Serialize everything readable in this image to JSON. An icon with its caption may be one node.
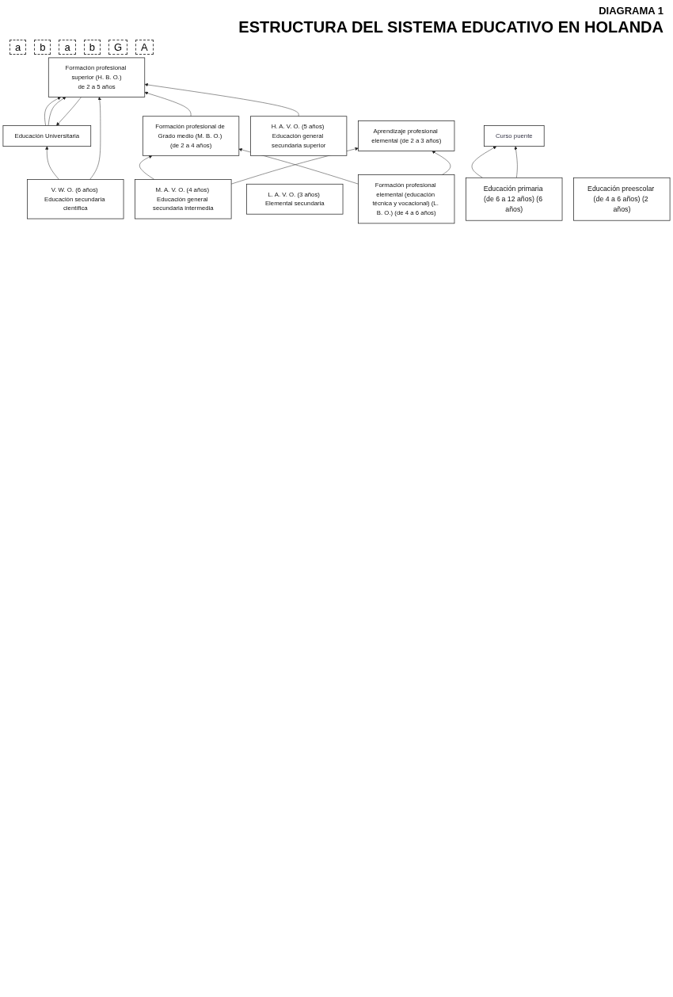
{
  "diagram": {
    "title": "ESTRUCTURA DEL SISTEMA EDUCATIVO EN HOLANDA",
    "nodes": [
      {
        "text": [
          "Educación Universitaria"
        ]
      },
      {
        "text": [
          "Formación profesional superior (H. B. O.)",
          "de 2 a 5 años"
        ]
      },
      {
        "text": [
          "Formación profesional de Grado medio (M. B. O.) (de 2 a 4 años)"
        ]
      },
      {
        "text": [
          "Aprendizaje profesional elemental (de 2 a 3 años)"
        ]
      },
      {
        "text": [
          "V. W. O. (6 años) Educación secundaria científica"
        ]
      },
      {
        "text": [
          "H. A. V. O. (5 años) Educación general secundaria superior"
        ]
      },
      {
        "text": [
          "M. A. V. O. (4 años) Educación general secundaria intermedia"
        ]
      },
      {
        "text": [
          "L. A. V. O. (3 años) Elemental secundaria"
        ]
      },
      {
        "text": [
          "Formación profesional elemental (educación técnica y vocacional) (L. B. O.) (de 4 a 6 años)"
        ]
      },
      {
        "text": [
          "Curso puente"
        ]
      },
      {
        "text": [
          "Educación primaria (de 6 a 12 años) (6 años)"
        ]
      },
      {
        "text": [
          "Educación preescolar (de 4 a 6 años) (2 años)"
        ]
      }
    ],
    "edges": [
      {
        "from": 4,
        "to": 0,
        "arrow": "to"
      },
      {
        "from": 4,
        "to": 1,
        "arrow": "to"
      },
      {
        "from": 5,
        "to": 1,
        "arrow": "to"
      },
      {
        "from": 1,
        "to": 0,
        "arrow": "to"
      },
      {
        "from": 0,
        "to": 1,
        "arrow": "to"
      },
      {
        "from": 0,
        "to": 1,
        "arrow": "to"
      },
      {
        "from": 2,
        "to": 1,
        "arrow": "to"
      },
      {
        "from": 6,
        "to": 2,
        "arrow": "to"
      },
      {
        "from": 6,
        "to": 3,
        "arrow": "to"
      },
      {
        "from": 8,
        "to": 2,
        "arrow": "to"
      },
      {
        "from": 8,
        "to": 3,
        "arrow": "to"
      },
      {
        "from": 10,
        "to": 9,
        "arrow": "to"
      },
      {
        "from": 10,
        "to": 9,
        "arrow": "to"
      }
    ],
    "labels": [
      "DIAGRAMA 1",
      "a",
      "b",
      "a",
      "b",
      "G",
      "A"
    ]
  }
}
